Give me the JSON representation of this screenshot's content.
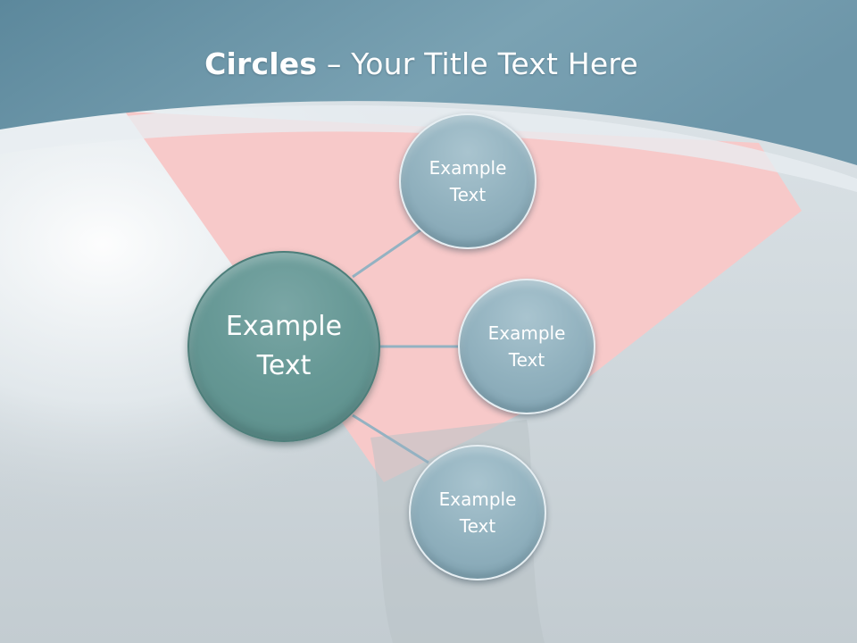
{
  "title": {
    "bold": "Circles",
    "rest": " – Your Title Text Here"
  },
  "diagram": {
    "center": {
      "label": "Example\nText"
    },
    "satellites": [
      {
        "label": "Example\nText"
      },
      {
        "label": "Example\nText"
      },
      {
        "label": "Example\nText"
      }
    ]
  },
  "colors": {
    "header_band": "#6f9aad",
    "pink_fan": "#f7c9c9",
    "center_circle": "#679996",
    "satellite_circle": "#92b2bf",
    "connector": "#94b2c2"
  }
}
